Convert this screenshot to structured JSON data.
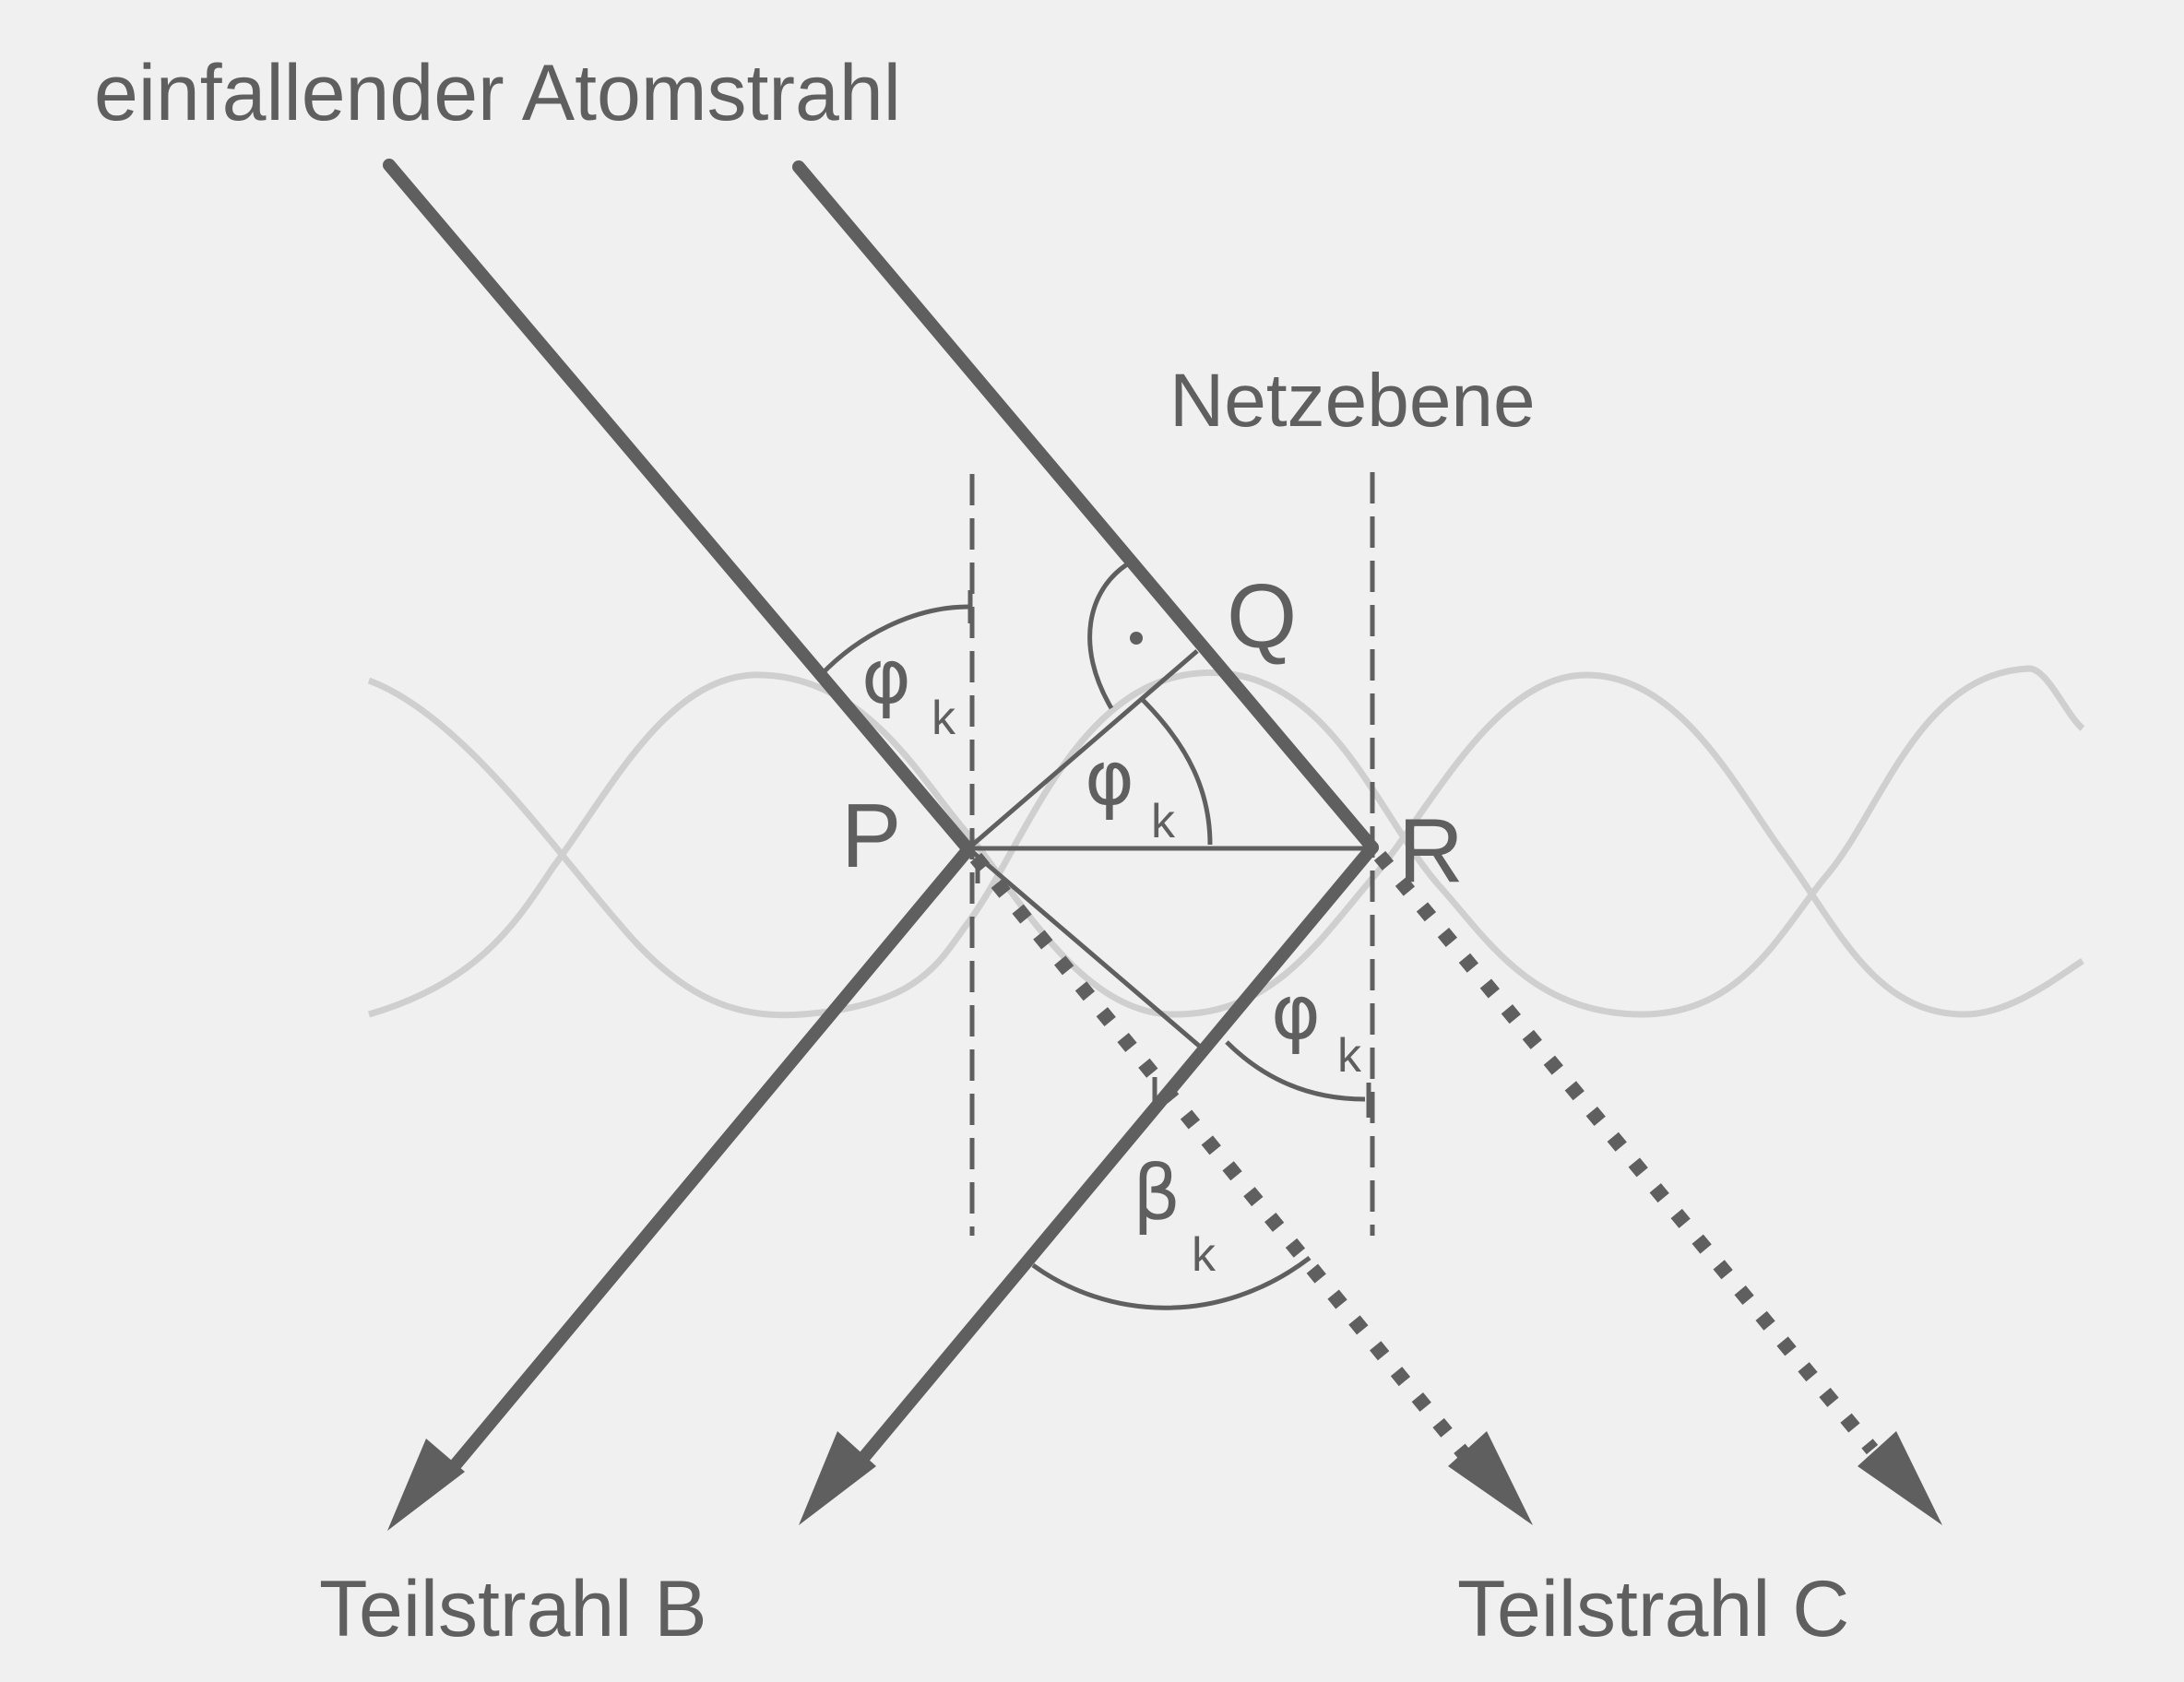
{
  "labels": {
    "incident_beam": "einfallender Atomstrahl",
    "lattice_plane": "Netzebene",
    "point_p": "P",
    "point_q": "Q",
    "point_r": "R",
    "subbeam_b": "Teilstrahl B",
    "subbeam_c": "Teilstrahl C"
  },
  "angles": {
    "phi_symbol": "φ",
    "beta_symbol": "β",
    "subscript": "k"
  },
  "colors": {
    "background": "#f0f0f0",
    "stroke": "#5f5f5f",
    "wave": "#c8c8c8"
  }
}
